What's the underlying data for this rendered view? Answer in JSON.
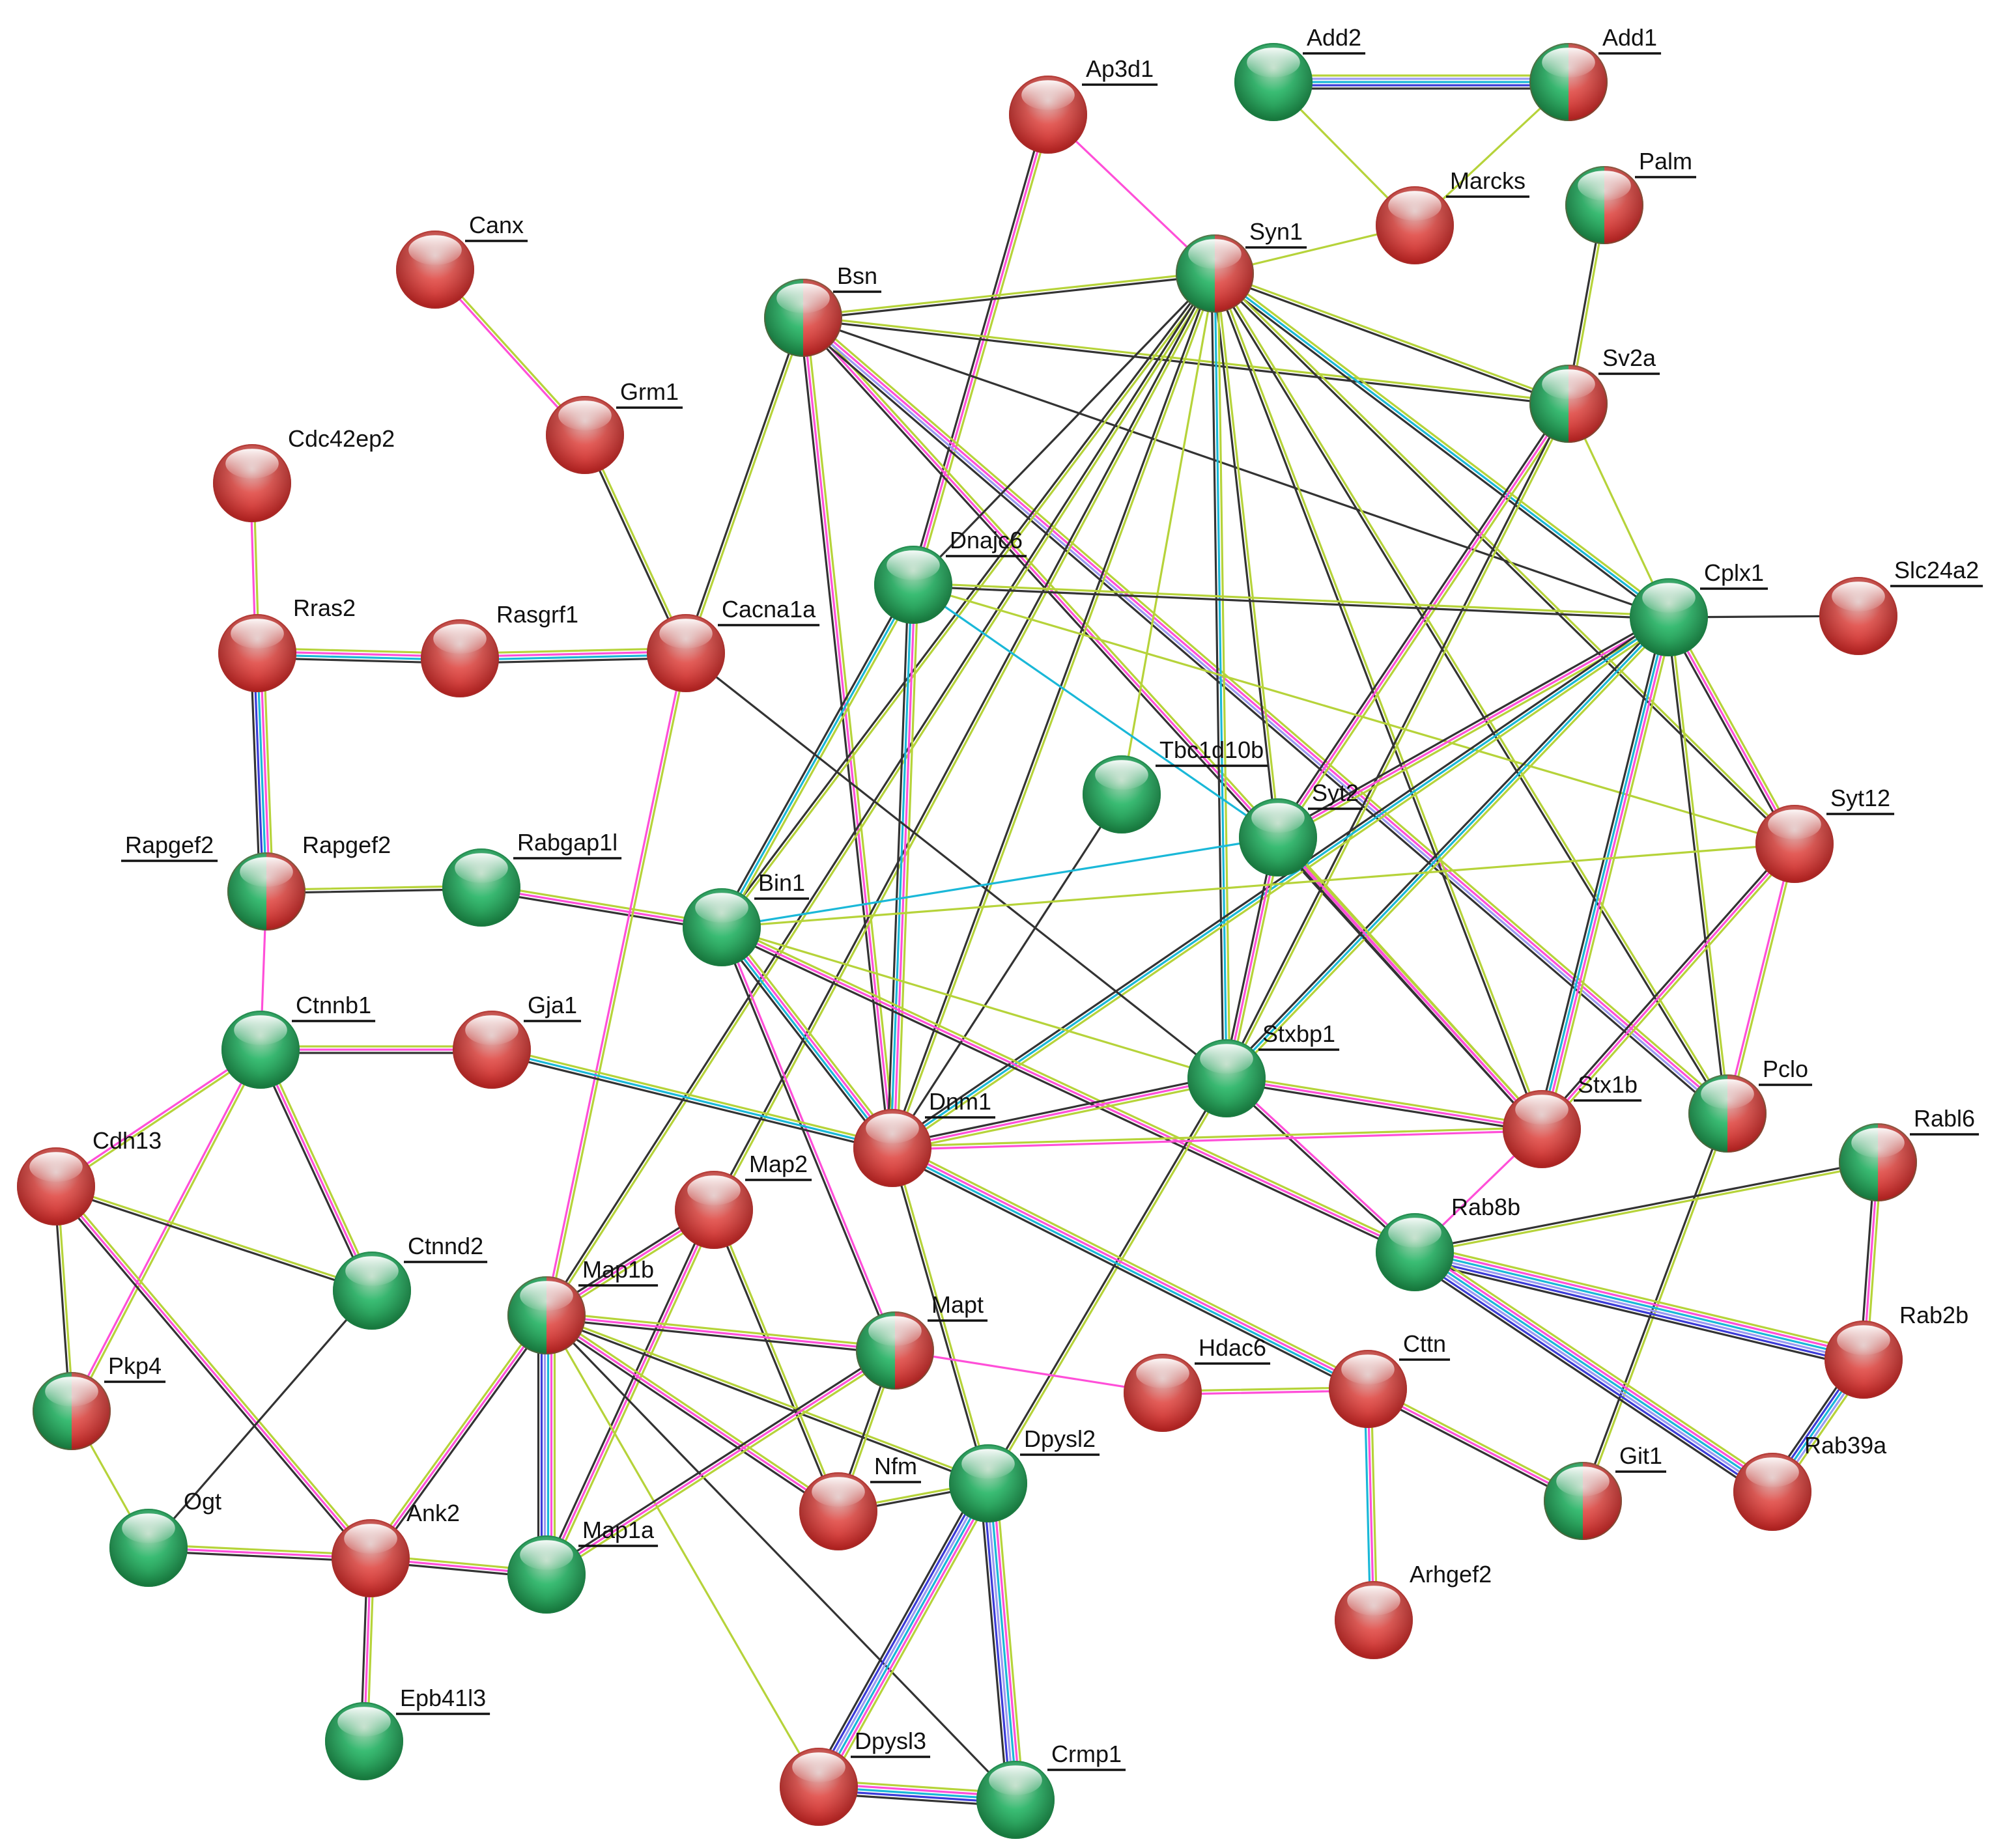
{
  "colors": {
    "red_top": "#ffb3b0",
    "red_mid": "#f0625d",
    "red_bot": "#b31f1e",
    "green_top": "#b5f2c6",
    "green_mid": "#3dc77a",
    "green_bot": "#167a3d",
    "edge": {
      "k": "#333333",
      "y": "#b6d33a",
      "m": "#ff4fd8",
      "c": "#1ab8d8",
      "b": "#3b3bd8",
      "l": "#9a9af2"
    }
  },
  "nodes": [
    {
      "id": "Add2",
      "label": "Add2",
      "color": "green"
    },
    {
      "id": "Add1",
      "label": "Add1",
      "color": "split"
    },
    {
      "id": "Ap3d1",
      "label": "Ap3d1",
      "color": "red"
    },
    {
      "id": "Marcks",
      "label": "Marcks",
      "color": "red"
    },
    {
      "id": "Palm",
      "label": "Palm",
      "color": "split"
    },
    {
      "id": "Canx",
      "label": "Canx",
      "color": "red"
    },
    {
      "id": "Syn1",
      "label": "Syn1",
      "color": "split"
    },
    {
      "id": "Bsn",
      "label": "Bsn",
      "color": "split"
    },
    {
      "id": "Sv2a",
      "label": "Sv2a",
      "color": "split"
    },
    {
      "id": "Grm1",
      "label": "Grm1",
      "color": "red"
    },
    {
      "id": "Cdc42ep2",
      "label": "Cdc42ep2",
      "color": "red"
    },
    {
      "id": "Dnajc6",
      "label": "Dnajc6",
      "color": "green"
    },
    {
      "id": "Cplx1",
      "label": "Cplx1",
      "color": "green"
    },
    {
      "id": "Slc24a2",
      "label": "Slc24a2",
      "color": "red"
    },
    {
      "id": "Rras2",
      "label": "Rras2",
      "color": "red"
    },
    {
      "id": "Rasgrf1",
      "label": "Rasgrf1",
      "color": "red"
    },
    {
      "id": "Cacna1a",
      "label": "Cacna1a",
      "color": "red"
    },
    {
      "id": "Tbc1d10b",
      "label": "Tbc1d10b",
      "color": "green"
    },
    {
      "id": "Syt2",
      "label": "Syt2",
      "color": "green"
    },
    {
      "id": "Syt12",
      "label": "Syt12",
      "color": "red"
    },
    {
      "id": "Rapgef2",
      "label": "Rapgef2",
      "color": "split"
    },
    {
      "id": "Rabgap1l",
      "label": "Rabgap1l",
      "color": "green"
    },
    {
      "id": "Bin1",
      "label": "Bin1",
      "color": "green"
    },
    {
      "id": "Ctnnb1",
      "label": "Ctnnb1",
      "color": "green"
    },
    {
      "id": "Gja1",
      "label": "Gja1",
      "color": "red"
    },
    {
      "id": "Stxbp1",
      "label": "Stxbp1",
      "color": "green"
    },
    {
      "id": "Dnm1",
      "label": "Dnm1",
      "color": "red"
    },
    {
      "id": "Stx1b",
      "label": "Stx1b",
      "color": "red"
    },
    {
      "id": "Pclo",
      "label": "Pclo",
      "color": "split"
    },
    {
      "id": "Cdh13",
      "label": "Cdh13",
      "color": "red"
    },
    {
      "id": "Rabl6",
      "label": "Rabl6",
      "color": "split"
    },
    {
      "id": "Map2",
      "label": "Map2",
      "color": "red"
    },
    {
      "id": "Rab8b",
      "label": "Rab8b",
      "color": "green"
    },
    {
      "id": "Ctnnd2",
      "label": "Ctnnd2",
      "color": "green"
    },
    {
      "id": "Map1b",
      "label": "Map1b",
      "color": "split"
    },
    {
      "id": "Mapt",
      "label": "Mapt",
      "color": "split"
    },
    {
      "id": "Hdac6",
      "label": "Hdac6",
      "color": "red"
    },
    {
      "id": "Cttn",
      "label": "Cttn",
      "color": "red"
    },
    {
      "id": "Rab2b",
      "label": "Rab2b",
      "color": "red"
    },
    {
      "id": "Pkp4",
      "label": "Pkp4",
      "color": "split"
    },
    {
      "id": "Dpysl2",
      "label": "Dpysl2",
      "color": "green"
    },
    {
      "id": "Nfm",
      "label": "Nfm",
      "color": "red"
    },
    {
      "id": "Git1",
      "label": "Git1",
      "color": "split"
    },
    {
      "id": "Rab39a",
      "label": "Rab39a",
      "color": "red"
    },
    {
      "id": "Ogt",
      "label": "Ogt",
      "color": "green"
    },
    {
      "id": "Ank2",
      "label": "Ank2",
      "color": "red"
    },
    {
      "id": "Map1a",
      "label": "Map1a",
      "color": "green"
    },
    {
      "id": "Arhgef2",
      "label": "Arhgef2",
      "color": "red"
    },
    {
      "id": "Epb41l3",
      "label": "Epb41l3",
      "color": "green"
    },
    {
      "id": "Dpysl3",
      "label": "Dpysl3",
      "color": "red"
    },
    {
      "id": "Crmp1",
      "label": "Crmp1",
      "color": "green"
    }
  ],
  "extra_labels": [
    {
      "id": "rapgef2-left",
      "label": "Rapgef2"
    }
  ],
  "edges": [
    [
      "Add2",
      "Add1",
      "ylcbk"
    ],
    [
      "Add2",
      "Marcks",
      "y"
    ],
    [
      "Add1",
      "Marcks",
      "y"
    ],
    [
      "Marcks",
      "Syn1",
      "y"
    ],
    [
      "Ap3d1",
      "Syn1",
      "m"
    ],
    [
      "Ap3d1",
      "Dnajc6",
      "ymk"
    ],
    [
      "Palm",
      "Sv2a",
      "yk"
    ],
    [
      "Canx",
      "Grm1",
      "ym"
    ],
    [
      "Grm1",
      "Cacna1a",
      "yk"
    ],
    [
      "Cdc42ep2",
      "Rras2",
      "ym"
    ],
    [
      "Rras2",
      "Rasgrf1",
      "ymck"
    ],
    [
      "Rasgrf1",
      "Cacna1a",
      "ymck"
    ],
    [
      "Rras2",
      "Rapgef2",
      "ymcbk"
    ],
    [
      "Rapgef2",
      "Rabgap1l",
      "yk"
    ],
    [
      "Rapgef2",
      "Ctnnb1",
      "m"
    ],
    [
      "Rabgap1l",
      "Bin1",
      "ymk"
    ],
    [
      "Bsn",
      "Syn1",
      "yk"
    ],
    [
      "Bsn",
      "Sv2a",
      "yk"
    ],
    [
      "Bsn",
      "Cplx1",
      "k"
    ],
    [
      "Bsn",
      "Stx1b",
      "ymk"
    ],
    [
      "Bsn",
      "Pclo",
      "ymlk"
    ],
    [
      "Bsn",
      "Dnm1",
      "ymk"
    ],
    [
      "Bsn",
      "Cacna1a",
      "yk"
    ],
    [
      "Syn1",
      "Sv2a",
      "yk"
    ],
    [
      "Syn1",
      "Cplx1",
      "yck"
    ],
    [
      "Syn1",
      "Syt2",
      "yk"
    ],
    [
      "Syn1",
      "Stxbp1",
      "yck"
    ],
    [
      "Syn1",
      "Stx1b",
      "yk"
    ],
    [
      "Syn1",
      "Pclo",
      "yk"
    ],
    [
      "Syn1",
      "Syt12",
      "yk"
    ],
    [
      "Syn1",
      "Dnm1",
      "yk"
    ],
    [
      "Syn1",
      "Bin1",
      "yk"
    ],
    [
      "Syn1",
      "Map1b",
      "yk"
    ],
    [
      "Syn1",
      "Map2",
      "yk"
    ],
    [
      "Syn1",
      "Tbc1d10b",
      "y"
    ],
    [
      "Syn1",
      "Dnajc6",
      "k"
    ],
    [
      "Sv2a",
      "Cplx1",
      "y"
    ],
    [
      "Sv2a",
      "Syt2",
      "ymk"
    ],
    [
      "Sv2a",
      "Stxbp1",
      "yk"
    ],
    [
      "Dnajc6",
      "Cplx1",
      "yk"
    ],
    [
      "Dnajc6",
      "Syt2",
      "c"
    ],
    [
      "Dnajc6",
      "Dnm1",
      "ymck"
    ],
    [
      "Dnajc6",
      "Bin1",
      "yck"
    ],
    [
      "Dnajc6",
      "Syt12",
      "y"
    ],
    [
      "Cplx1",
      "Slc24a2",
      "k"
    ],
    [
      "Cplx1",
      "Syt2",
      "ymk"
    ],
    [
      "Cplx1",
      "Stxbp1",
      "yck"
    ],
    [
      "Cplx1",
      "Stx1b",
      "ymck"
    ],
    [
      "Cplx1",
      "Syt12",
      "ymk"
    ],
    [
      "Cplx1",
      "Pclo",
      "yk"
    ],
    [
      "Cplx1",
      "Dnm1",
      "yck"
    ],
    [
      "Cacna1a",
      "Map1b",
      "ym"
    ],
    [
      "Cacna1a",
      "Stxbp1",
      "k"
    ],
    [
      "Tbc1d10b",
      "Dnm1",
      "k"
    ],
    [
      "Syt2",
      "Stxbp1",
      "ymk"
    ],
    [
      "Syt2",
      "Stx1b",
      "ymk"
    ],
    [
      "Syt2",
      "Bin1",
      "c"
    ],
    [
      "Syt12",
      "Stx1b",
      "ymk"
    ],
    [
      "Syt12",
      "Pclo",
      "ym"
    ],
    [
      "Syt12",
      "Bin1",
      "y"
    ],
    [
      "Bin1",
      "Dnm1",
      "ymck"
    ],
    [
      "Bin1",
      "Stxbp1",
      "y"
    ],
    [
      "Bin1",
      "Mapt",
      "mk"
    ],
    [
      "Bin1",
      "Rab8b",
      "ymk"
    ],
    [
      "Ctnnb1",
      "Gja1",
      "ymk"
    ],
    [
      "Ctnnb1",
      "Cdh13",
      "ym"
    ],
    [
      "Ctnnb1",
      "Ctnnd2",
      "ymk"
    ],
    [
      "Ctnnb1",
      "Pkp4",
      "ym"
    ],
    [
      "Gja1",
      "Dnm1",
      "yck"
    ],
    [
      "Stxbp1",
      "Dnm1",
      "ymk"
    ],
    [
      "Stxbp1",
      "Stx1b",
      "ymk"
    ],
    [
      "Stxbp1",
      "Rab8b",
      "mk"
    ],
    [
      "Stxbp1",
      "Dpysl2",
      "yk"
    ],
    [
      "Dnm1",
      "Stx1b",
      "ym"
    ],
    [
      "Dnm1",
      "Cttn",
      "ymck"
    ],
    [
      "Dnm1",
      "Dpysl2",
      "yk"
    ],
    [
      "Stx1b",
      "Rab8b",
      "m"
    ],
    [
      "Pclo",
      "Git1",
      "yk"
    ],
    [
      "Rabl6",
      "Rab8b",
      "yk"
    ],
    [
      "Rabl6",
      "Rab2b",
      "ymk"
    ],
    [
      "Rab8b",
      "Rab2b",
      "ymclbk"
    ],
    [
      "Rab8b",
      "Rab39a",
      "ymclbk"
    ],
    [
      "Rab2b",
      "Rab39a",
      "ylcbk"
    ],
    [
      "Cdh13",
      "Ctnnd2",
      "yk"
    ],
    [
      "Cdh13",
      "Pkp4",
      "yk"
    ],
    [
      "Cdh13",
      "Ank2",
      "ymk"
    ],
    [
      "Ctnnd2",
      "Ogt",
      "k"
    ],
    [
      "Pkp4",
      "Ogt",
      "y"
    ],
    [
      "Ogt",
      "Ank2",
      "ymk"
    ],
    [
      "Ank2",
      "Map1b",
      "ymk"
    ],
    [
      "Ank2",
      "Map1a",
      "ymk"
    ],
    [
      "Ank2",
      "Epb41l3",
      "ymk"
    ],
    [
      "Map2",
      "Map1b",
      "ymk"
    ],
    [
      "Map2",
      "Map1a",
      "ymk"
    ],
    [
      "Map2",
      "Nfm",
      "yk"
    ],
    [
      "Map1b",
      "Mapt",
      "ymk"
    ],
    [
      "Map1b",
      "Map1a",
      "ymclbk"
    ],
    [
      "Map1b",
      "Nfm",
      "ymk"
    ],
    [
      "Map1b",
      "Dpysl2",
      "yk"
    ],
    [
      "Map1b",
      "Dpysl3",
      "y"
    ],
    [
      "Map1b",
      "Crmp1",
      "k"
    ],
    [
      "Mapt",
      "Hdac6",
      "m"
    ],
    [
      "Mapt",
      "Map1a",
      "ymk"
    ],
    [
      "Mapt",
      "Nfm",
      "yk"
    ],
    [
      "Hdac6",
      "Cttn",
      "ym"
    ],
    [
      "Cttn",
      "Arhgef2",
      "ymc"
    ],
    [
      "Cttn",
      "Git1",
      "ymk"
    ],
    [
      "Nfm",
      "Dpysl2",
      "yk"
    ],
    [
      "Dpysl2",
      "Dpysl3",
      "ymclbk"
    ],
    [
      "Dpysl2",
      "Crmp1",
      "ymclbk"
    ],
    [
      "Dpysl3",
      "Crmp1",
      "ymcbk"
    ]
  ]
}
